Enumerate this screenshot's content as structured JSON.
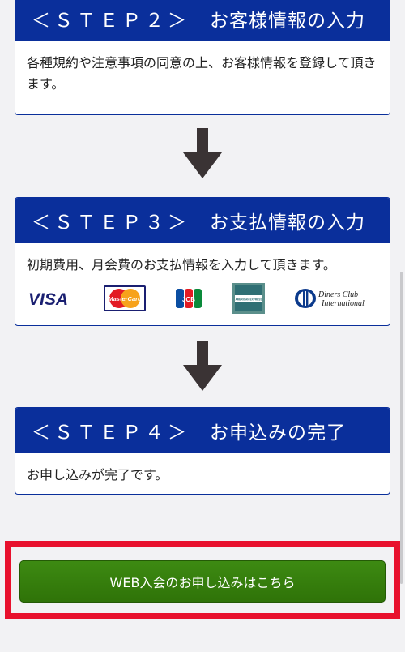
{
  "steps": [
    {
      "label": "＜ＳＴＥＰ２＞",
      "title": "お客様情報の入力",
      "body": "各種規約や注意事項の同意の上、お客様情報を登録して頂きます。"
    },
    {
      "label": "＜ＳＴＥＰ３＞",
      "title": "お支払情報の入力",
      "body": "初期費用、月会費のお支払情報を入力して頂きます。",
      "cards": [
        "VISA",
        "MasterCard",
        "JCB",
        "AMERICAN EXPRESS",
        "Diners Club International"
      ]
    },
    {
      "label": "＜ＳＴＥＰ４＞",
      "title": "お申込みの完了",
      "body": "お申し込みが完了です。"
    }
  ],
  "cta": {
    "label": "WEB入会のお申し込みはこちら"
  },
  "colors": {
    "step_header": "#0a2f9b",
    "cta_button": "#2f7308",
    "highlight_border": "#e8112d"
  }
}
